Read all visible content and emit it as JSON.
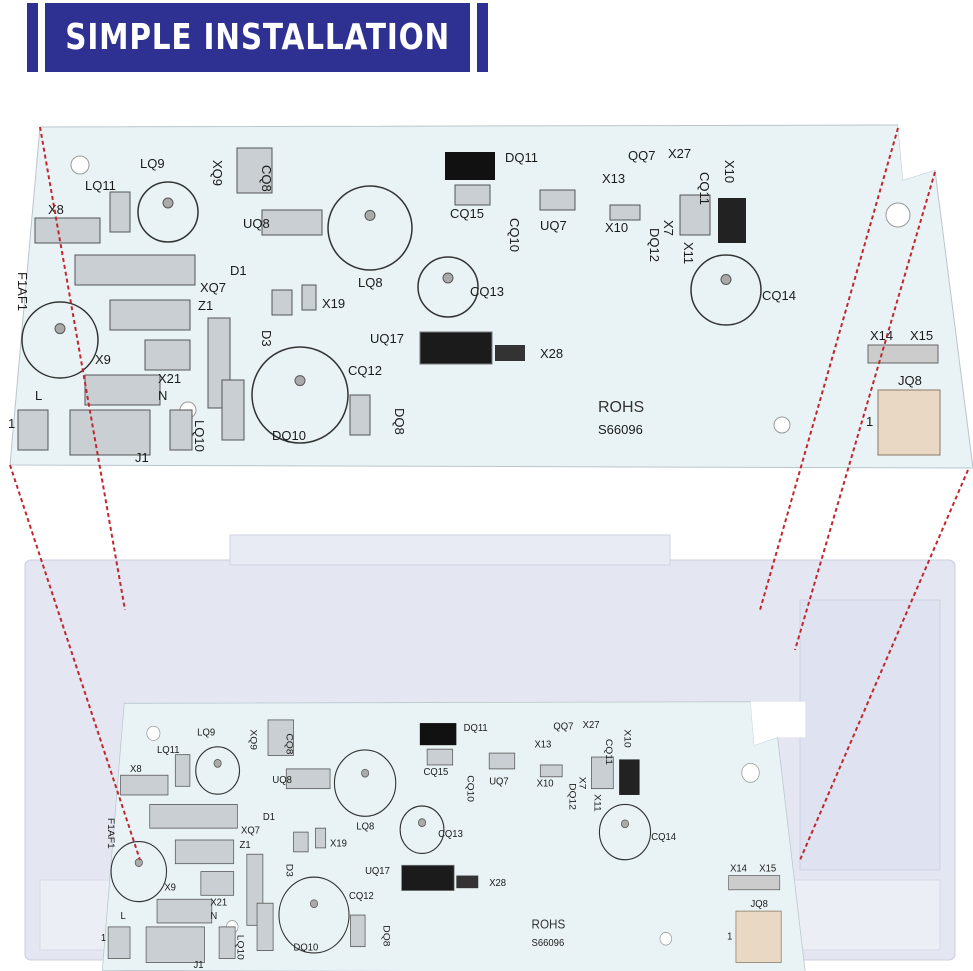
{
  "banner": {
    "title": "SIMPLE INSTALLATION",
    "color": "#2e3192"
  },
  "board": {
    "marking": "ROHS",
    "part_number": "S66096",
    "labels": [
      "LQ9",
      "LQ11",
      "X8",
      "XQ9",
      "CQ8",
      "UQ8",
      "DQ11",
      "QQ7",
      "X27",
      "X10",
      "X13",
      "CQ11",
      "CQ15",
      "CQ10",
      "UQ7",
      "X10",
      "DQ12",
      "X7",
      "X11",
      "LQ8",
      "CQ13",
      "CQ14",
      "D1",
      "XQ7",
      "Z1",
      "X19",
      "D3",
      "F1AF1",
      "X9",
      "X21",
      "N",
      "L",
      "UQ17",
      "X28",
      "CQ12",
      "DQ10",
      "DQ8",
      "LQ10",
      "J1",
      "X14",
      "X15",
      "JQ8",
      "1",
      "1"
    ]
  },
  "colors": {
    "board": "#e9f3f6",
    "housing": "#e4e6f2",
    "guide_line": "#c0282d"
  }
}
